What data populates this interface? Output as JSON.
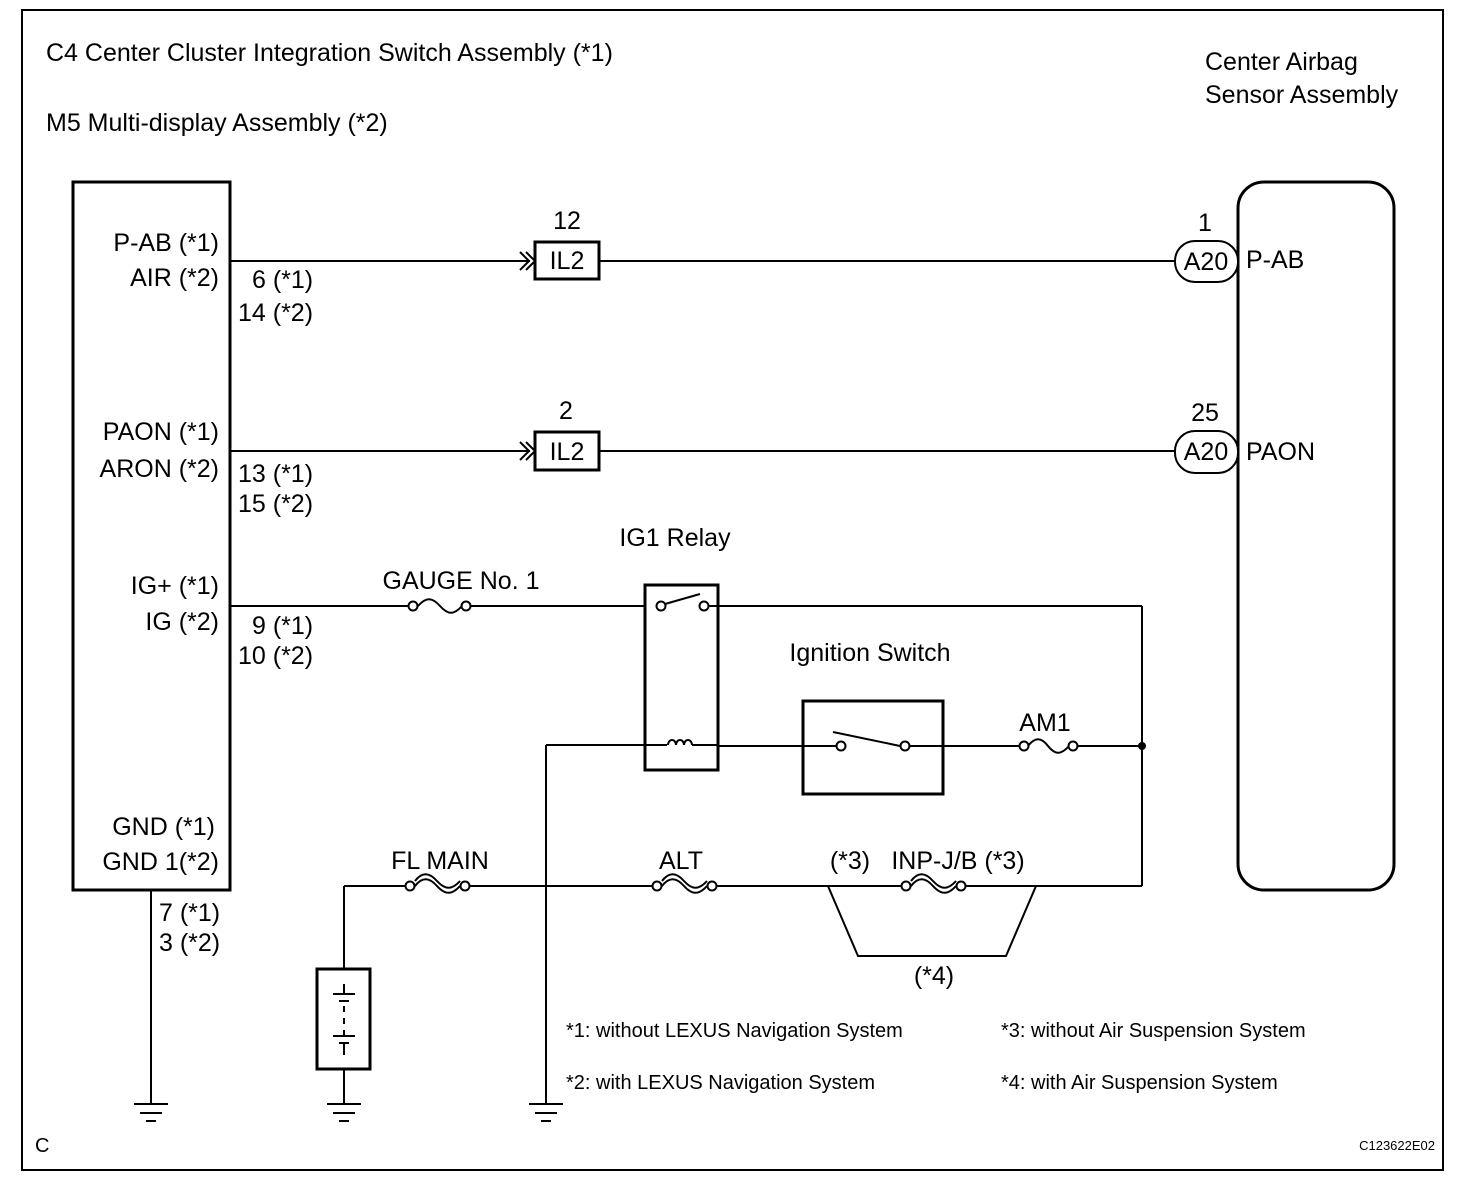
{
  "title_c4": "C4 Center Cluster Integration Switch Assembly (*1)",
  "title_m5": "M5 Multi-display Assembly (*2)",
  "airbag_title_line1": "Center Airbag",
  "airbag_title_line2": "Sensor Assembly",
  "left_pins": {
    "pab_1": "P-AB (*1)",
    "air_2": "AIR (*2)",
    "paon_1": "PAON (*1)",
    "aron_2": "ARON (*2)",
    "igp_1": "IG+ (*1)",
    "ig_2": "IG (*2)",
    "gnd_1": "GND (*1)",
    "gnd1_2": "GND 1(*2)"
  },
  "pin_numbers": {
    "pab_a": "6 (*1)",
    "pab_b": "14 (*2)",
    "paon_a": "13 (*1)",
    "paon_b": "15 (*2)",
    "ig_a": "9 (*1)",
    "ig_b": "10 (*2)",
    "gnd_a": "7 (*1)",
    "gnd_b": "3 (*2)"
  },
  "connectors": {
    "il2_top_pin": "12",
    "il2_top_label": "IL2",
    "il2_bottom_pin": "2",
    "il2_bottom_label": "IL2",
    "a20_top_pin": "1",
    "a20_top_label": "A20",
    "a20_bottom_pin": "25",
    "a20_bottom_label": "A20"
  },
  "right_pins": {
    "pab": "P-AB",
    "paon": "PAON"
  },
  "components": {
    "ig1_relay": "IG1 Relay",
    "ignition_switch": "Ignition Switch",
    "gauge_fuse": "GAUGE No. 1",
    "am1_fuse": "AM1",
    "fl_main": "FL MAIN",
    "alt": "ALT",
    "inp_jb_star3_left": "(*3)",
    "inp_jb": "INP-J/B (*3)",
    "star4": "(*4)"
  },
  "notes": {
    "n1": "*1: without LEXUS Navigation System",
    "n2": "*2: with LEXUS Navigation System",
    "n3": "*3: without Air Suspension System",
    "n4": "*4: with Air Suspension System"
  },
  "corner_letter": "C",
  "figure_code": "C123622E02"
}
